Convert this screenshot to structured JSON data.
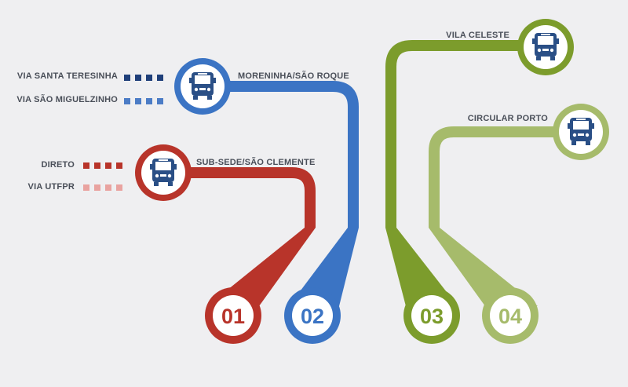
{
  "colors": {
    "background": "#efeff1",
    "red": "#b8342a",
    "blue": "#3b74c4",
    "green": "#7c9c2c",
    "light_green": "#a6bb6b",
    "bus_icon": "#2a4f86",
    "dark_blue_dots": "#1f3f7a",
    "blue_dots": "#4b7cc6",
    "red_dots": "#b8342a",
    "pink_dots": "#e9a3a0"
  },
  "routes": [
    {
      "number": "01",
      "name": "SUB-SEDE/SÃO CLEMENTE",
      "color": "#b8342a",
      "icon": "bus-icon"
    },
    {
      "number": "02",
      "name": "MORENINHA/SÃO ROQUE",
      "color": "#3b74c4",
      "icon": "bus-icon"
    },
    {
      "number": "03",
      "name": "VILA CELESTE",
      "color": "#7c9c2c",
      "icon": "bus-icon"
    },
    {
      "number": "04",
      "name": "CIRCULAR PORTO",
      "color": "#a6bb6b",
      "icon": "bus-icon"
    }
  ],
  "variants": {
    "route_02": [
      {
        "label": "VIA SANTA TERESINHA",
        "color": "#1f3f7a"
      },
      {
        "label": "VIA SÃO MIGUELZINHO",
        "color": "#4b7cc6"
      }
    ],
    "route_01": [
      {
        "label": "DIRETO",
        "color": "#b8342a"
      },
      {
        "label": "VIA UTFPR",
        "color": "#e9a3a0"
      }
    ]
  }
}
